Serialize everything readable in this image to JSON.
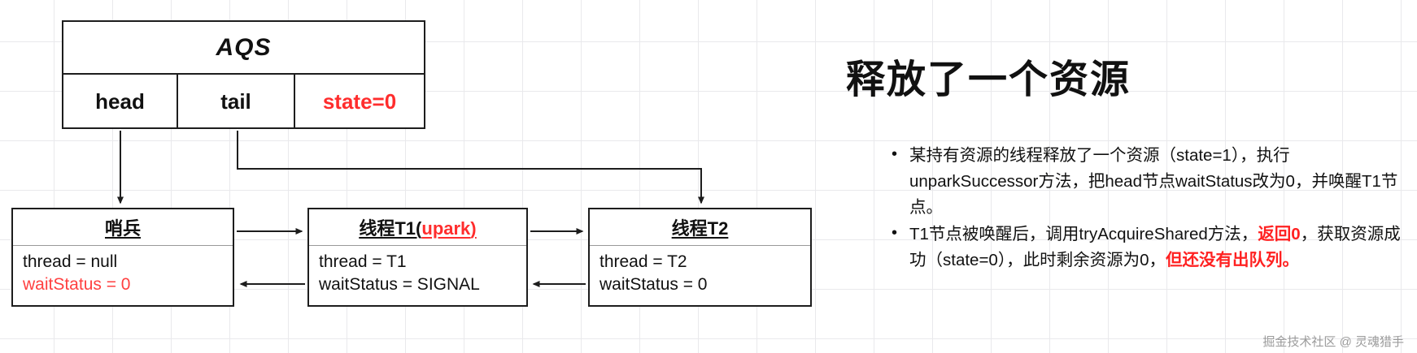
{
  "diagram": {
    "aqs": {
      "title": "AQS",
      "cells": [
        {
          "label": "head"
        },
        {
          "label": "tail"
        },
        {
          "label": "state=0"
        }
      ]
    },
    "nodes": [
      {
        "name": "sentinel",
        "title": "哨兵",
        "title_red": "",
        "lines": [
          {
            "text": "thread = null",
            "color": "black"
          },
          {
            "text": "waitStatus = 0",
            "color": "red"
          }
        ]
      },
      {
        "name": "thread-t1",
        "title": "线程T1(",
        "title_red": "upark",
        "title_tail": ")",
        "lines": [
          {
            "text": "thread = T1",
            "color": "black"
          },
          {
            "text": "waitStatus = SIGNAL",
            "color": "black"
          }
        ]
      },
      {
        "name": "thread-t2",
        "title": "线程T2",
        "title_red": "",
        "lines": [
          {
            "text": "thread = T2",
            "color": "black"
          },
          {
            "text": "waitStatus = 0",
            "color": "black"
          }
        ]
      }
    ]
  },
  "panel": {
    "title": "释放了一个资源",
    "bullets": [
      {
        "segments": [
          {
            "text": "某持有资源的线程释放了一个资源（state=1），执行unparkSuccessor方法，把head节点waitStatus改为0，并唤醒T1节点。",
            "color": "black"
          }
        ]
      },
      {
        "segments": [
          {
            "text": "T1节点被唤醒后，调用tryAcquireShared方法，",
            "color": "black"
          },
          {
            "text": "返回0",
            "color": "red"
          },
          {
            "text": "，获取资源成功（state=0），此时剩余资源为0，",
            "color": "black"
          },
          {
            "text": "但还没有出队列。",
            "color": "red"
          }
        ]
      }
    ]
  },
  "watermark": "掘金技术社区 @ 灵魂猎手",
  "colors": {
    "accent_red": "#ff2d2d",
    "line": "#1d1d1d",
    "grid": "#e9e9ec"
  }
}
